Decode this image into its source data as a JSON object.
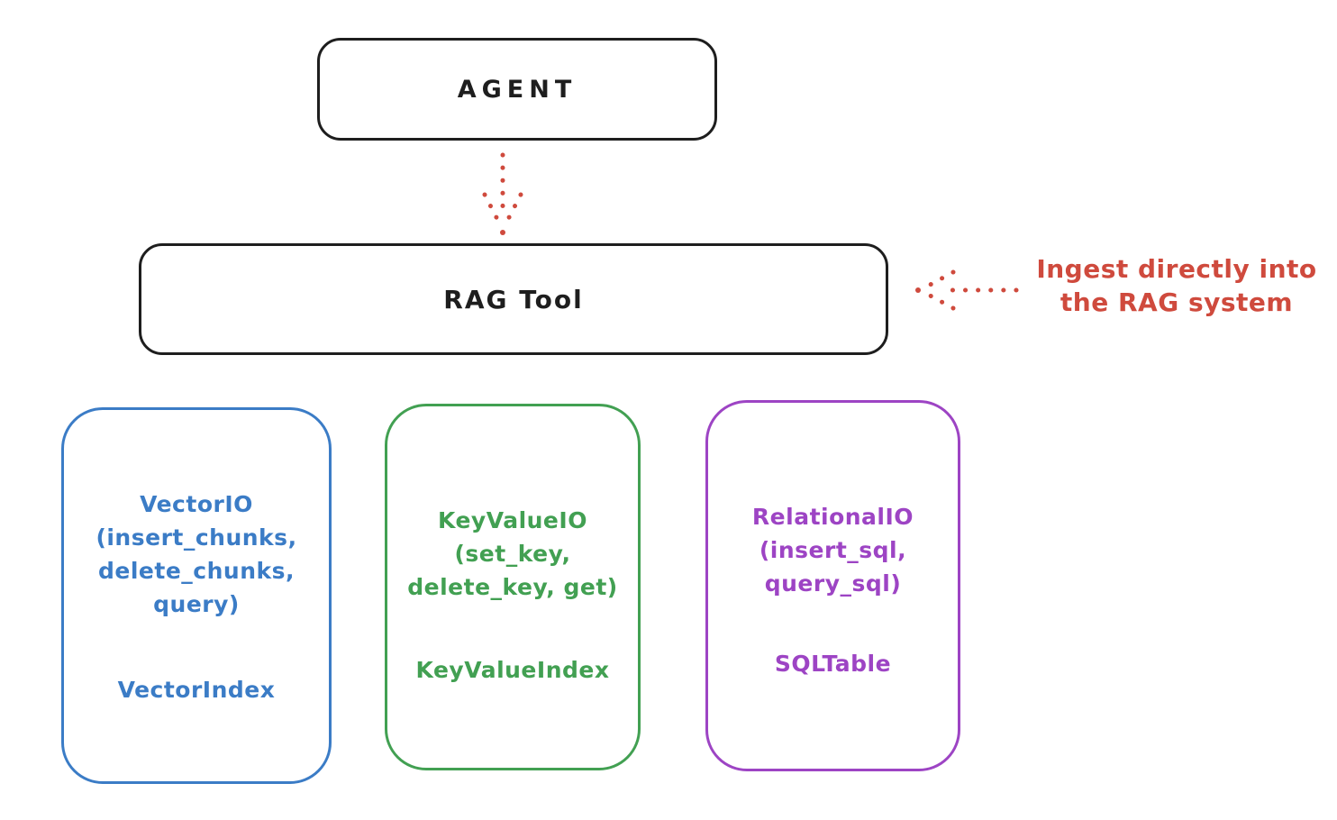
{
  "canvas": {
    "background": "#ffffff",
    "stroke_color": "#1e1e1e",
    "arrow_color": "#cf4a3d",
    "agent_box": {
      "label": "AGENT"
    },
    "rag_tool_box": {
      "label": "RAG Tool"
    },
    "annotation": {
      "line1": "Ingest directly into",
      "line2": "the RAG system",
      "color": "#cf4a3d"
    },
    "io_boxes": [
      {
        "name": "vector-io",
        "color": "#3b7cc6",
        "lines": [
          "VectorIO",
          "(insert_chunks,",
          "delete_chunks,",
          "query)"
        ],
        "index_label": "VectorIndex"
      },
      {
        "name": "key-value-io",
        "color": "#42a052",
        "lines": [
          "KeyValueIO",
          "(set_key,",
          "delete_key, get)"
        ],
        "index_label": "KeyValueIndex"
      },
      {
        "name": "relational-io",
        "color": "#9d44c4",
        "lines": [
          "RelationalIO",
          "(insert_sql,",
          "query_sql)"
        ],
        "index_label": "SQLTable"
      }
    ]
  }
}
